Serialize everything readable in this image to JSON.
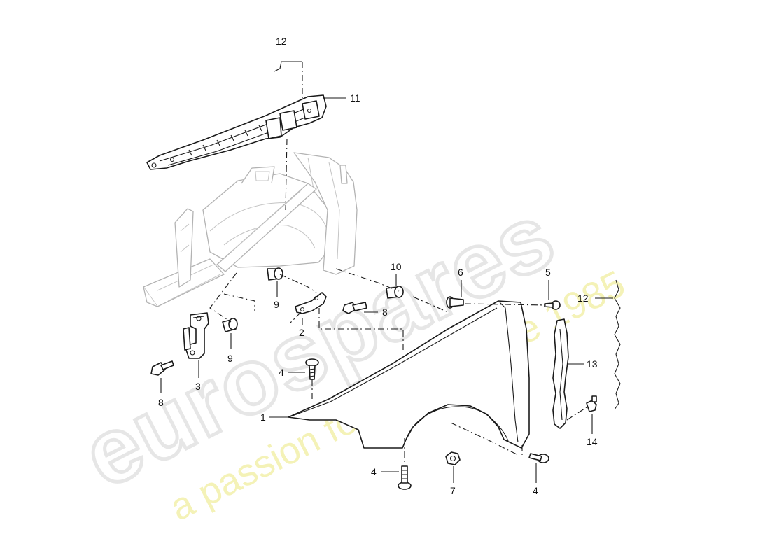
{
  "watermark": {
    "brand": "eurospares",
    "tagline": "a passion for parts since 1985",
    "tagline_color": "#f1eea0"
  },
  "callouts": [
    {
      "id": "c12a",
      "text": "12"
    },
    {
      "id": "c11",
      "text": "11"
    },
    {
      "id": "c10",
      "text": "10"
    },
    {
      "id": "c9a",
      "text": "9"
    },
    {
      "id": "c9b",
      "text": "9"
    },
    {
      "id": "c8a",
      "text": "8"
    },
    {
      "id": "c8b",
      "text": "8"
    },
    {
      "id": "c2",
      "text": "2"
    },
    {
      "id": "c3",
      "text": "3"
    },
    {
      "id": "c6",
      "text": "6"
    },
    {
      "id": "c5",
      "text": "5"
    },
    {
      "id": "c12b",
      "text": "12"
    },
    {
      "id": "c13",
      "text": "13"
    },
    {
      "id": "c4a",
      "text": "4"
    },
    {
      "id": "c1",
      "text": "1"
    },
    {
      "id": "c14",
      "text": "14"
    },
    {
      "id": "c4b",
      "text": "4"
    },
    {
      "id": "c7",
      "text": "7"
    },
    {
      "id": "c4c",
      "text": "4"
    }
  ]
}
